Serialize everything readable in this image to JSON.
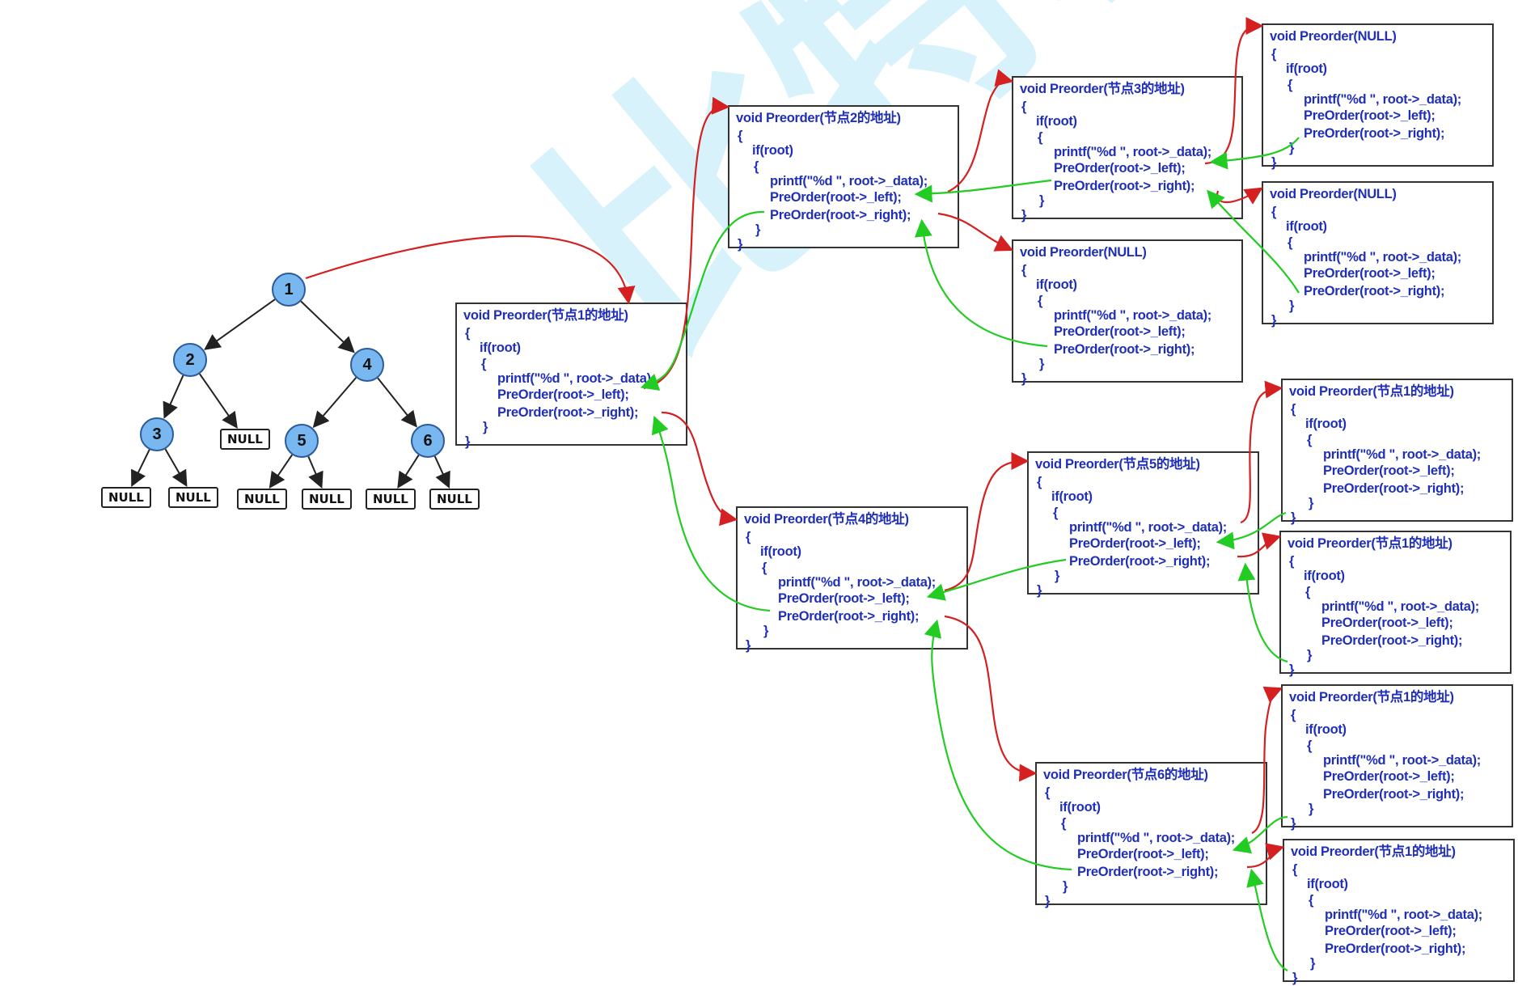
{
  "watermark": "比特就业",
  "tree": {
    "nodes": [
      {
        "id": "1",
        "label": "1"
      },
      {
        "id": "2",
        "label": "2"
      },
      {
        "id": "4",
        "label": "4"
      },
      {
        "id": "3",
        "label": "3"
      },
      {
        "id": "5",
        "label": "5"
      },
      {
        "id": "6",
        "label": "6"
      }
    ],
    "nulls": [
      "NULL",
      "NULL",
      "NULL",
      "NULL",
      "NULL",
      "NULL",
      "NULL"
    ]
  },
  "code": {
    "if_line": "if(root)",
    "open_brace": "{",
    "close_brace": "}",
    "printf_line": "printf(\"%d \", root->_data);",
    "left_line": "PreOrder(root->_left);",
    "right_line": "PreOrder(root->_right);"
  },
  "boxes": [
    {
      "id": "n1",
      "header": "void Preorder(节点1的地址)"
    },
    {
      "id": "n2",
      "header": "void Preorder(节点2的地址)"
    },
    {
      "id": "n4",
      "header": "void Preorder(节点4的地址)"
    },
    {
      "id": "n3",
      "header": "void Preorder(节点3的地址)"
    },
    {
      "id": "n2r",
      "header": "void Preorder(NULL)"
    },
    {
      "id": "n3l",
      "header": "void Preorder(NULL)"
    },
    {
      "id": "n3r",
      "header": "void Preorder(NULL)"
    },
    {
      "id": "n5",
      "header": "void Preorder(节点5的地址)"
    },
    {
      "id": "n6",
      "header": "void Preorder(节点6的地址)"
    },
    {
      "id": "n5l",
      "header": "void Preorder(节点1的地址)"
    },
    {
      "id": "n5r",
      "header": "void Preorder(节点1的地址)"
    },
    {
      "id": "n6l",
      "header": "void Preorder(节点1的地址)"
    },
    {
      "id": "n6r",
      "header": "void Preorder(节点1的地址)"
    }
  ],
  "colors": {
    "code_text": "#1f2fb8",
    "call_arrow": "#d42020",
    "return_arrow": "#22cc22",
    "node_fill": "#79b7f0",
    "watermark": "#8fdcf5"
  }
}
